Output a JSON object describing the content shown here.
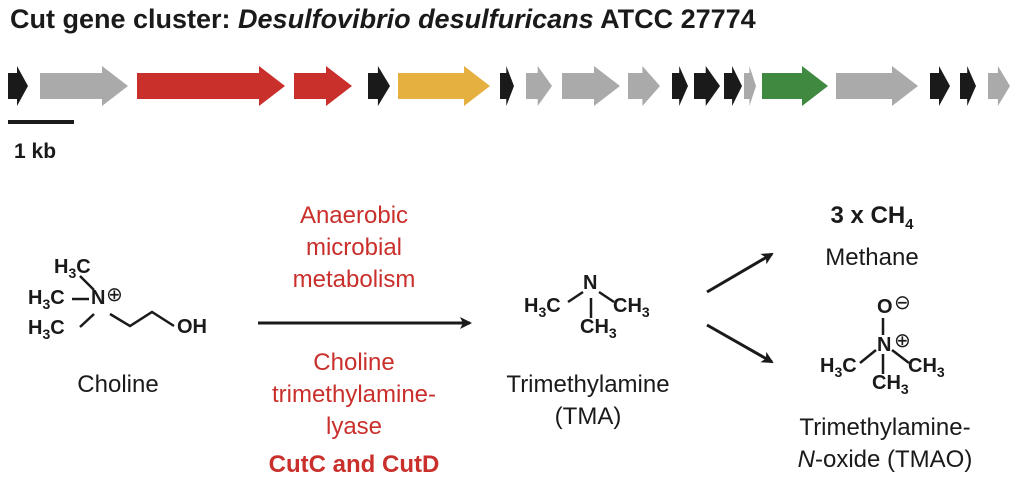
{
  "title": {
    "prefix": "Cut gene cluster: ",
    "species": "Desulfovibrio desulfuricans",
    "strain": " ATCC 27774"
  },
  "scale": {
    "label": "1 kb"
  },
  "colors": {
    "red": "#c9302c",
    "gray": "#aaaaaa",
    "black": "#1a1a1a",
    "yellow": "#e6b041",
    "green": "#3f8a40"
  },
  "genes": [
    {
      "color": "black"
    },
    {
      "color": "gray"
    },
    {
      "color": "red"
    },
    {
      "color": "red"
    },
    {
      "color": "black"
    },
    {
      "color": "yellow"
    },
    {
      "color": "black"
    },
    {
      "color": "gray"
    },
    {
      "color": "gray"
    },
    {
      "color": "gray"
    },
    {
      "color": "black"
    },
    {
      "color": "black"
    },
    {
      "color": "black"
    },
    {
      "color": "gray"
    },
    {
      "color": "green"
    },
    {
      "color": "gray"
    },
    {
      "color": "black"
    },
    {
      "color": "black"
    },
    {
      "color": "gray"
    }
  ],
  "reaction": {
    "process_line1": "Anaerobic",
    "process_line2": "microbial",
    "process_line3": "metabolism",
    "enzyme_line1": "Choline",
    "enzyme_line2": "trimethylamine-",
    "enzyme_line3": "lyase",
    "enzyme_proteins": "CutC and CutD"
  },
  "choline": {
    "name": "Choline",
    "atoms": {
      "h3c_top": "H3C",
      "h3c_mid": "H3C",
      "h3c_bot": "H3C",
      "n": "N",
      "charge": "⊕",
      "oh": "OH"
    }
  },
  "tma": {
    "name_line1": "Trimethylamine",
    "name_line2": "(TMA)",
    "atoms": {
      "n": "N",
      "h3c": "H3C",
      "ch3_right": "CH3",
      "ch3_bottom": "CH3"
    }
  },
  "methane": {
    "formula_prefix": "3 x CH",
    "formula_sub": "4",
    "name": "Methane"
  },
  "tmao": {
    "name_line1": "Trimethylamine-",
    "name_line2_italic": "N",
    "name_line2_rest": "-oxide  (TMAO)",
    "atoms": {
      "o": "O",
      "o_charge": "⊖",
      "n": "N",
      "n_charge": "⊕",
      "h3c": "H3C",
      "ch3_right": "CH3",
      "ch3_bottom": "CH3"
    }
  }
}
